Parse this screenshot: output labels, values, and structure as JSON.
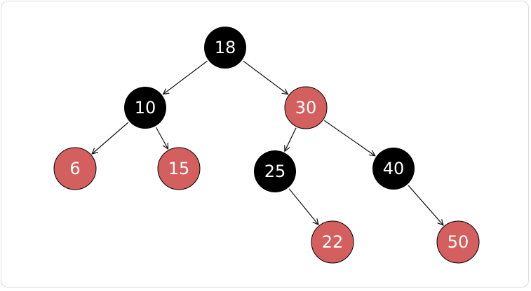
{
  "colors": {
    "black_node": "#000000",
    "red_node": "#d45f5f",
    "node_text": "#ffffff",
    "edge": "#111111"
  },
  "tree": {
    "nodes": [
      {
        "id": "n18",
        "label": "18",
        "color": "black"
      },
      {
        "id": "n10",
        "label": "10",
        "color": "black"
      },
      {
        "id": "n30",
        "label": "30",
        "color": "red"
      },
      {
        "id": "n6",
        "label": "6",
        "color": "red"
      },
      {
        "id": "n15",
        "label": "15",
        "color": "red"
      },
      {
        "id": "n25",
        "label": "25",
        "color": "black"
      },
      {
        "id": "n40",
        "label": "40",
        "color": "black"
      },
      {
        "id": "n22",
        "label": "22",
        "color": "red"
      },
      {
        "id": "n50",
        "label": "50",
        "color": "red"
      }
    ],
    "edges": [
      {
        "from": "n18",
        "to": "n10"
      },
      {
        "from": "n18",
        "to": "n30"
      },
      {
        "from": "n10",
        "to": "n6"
      },
      {
        "from": "n10",
        "to": "n15"
      },
      {
        "from": "n30",
        "to": "n25"
      },
      {
        "from": "n30",
        "to": "n40"
      },
      {
        "from": "n25",
        "to": "n22"
      },
      {
        "from": "n40",
        "to": "n50"
      }
    ]
  }
}
